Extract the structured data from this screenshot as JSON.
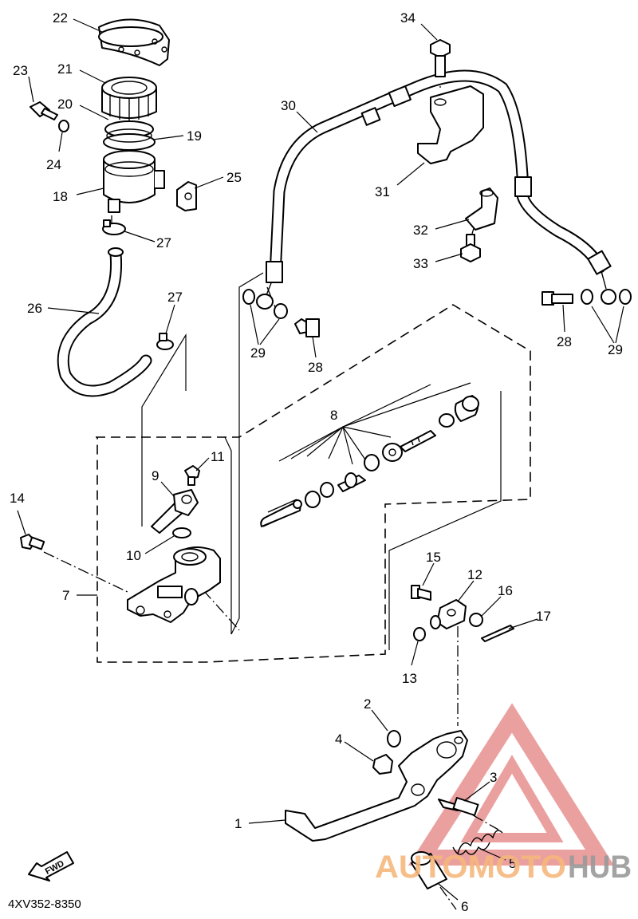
{
  "callouts": [
    "22",
    "34",
    "23",
    "21",
    "20",
    "19",
    "30",
    "24",
    "25",
    "18",
    "31",
    "32",
    "27",
    "33",
    "26",
    "27",
    "28",
    "29",
    "29",
    "28",
    "8",
    "11",
    "9",
    "14",
    "10",
    "7",
    "15",
    "12",
    "16",
    "17",
    "13",
    "2",
    "4",
    "3",
    "1",
    "5",
    "6"
  ],
  "fwd_label": "FWD",
  "diagram_code": "4XV352-8350",
  "watermark": {
    "part1": "AUTOMOTO",
    "part2": "HUB",
    "color1": "#f6b77d",
    "color2": "#9a9a9a",
    "logo_color": "#e89090"
  }
}
